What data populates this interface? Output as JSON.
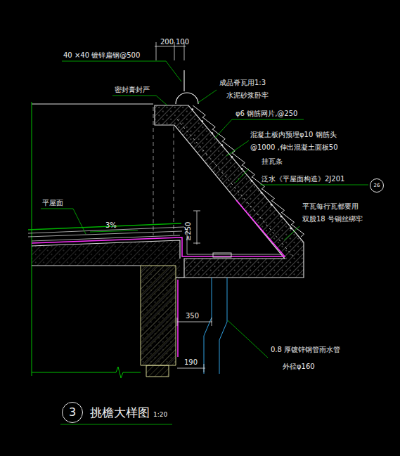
{
  "diagram": {
    "title": "挑檐大样图",
    "nodes": [
      {
        "text": [
          "3"
        ]
      },
      {
        "text": [
          "26"
        ]
      }
    ],
    "labels": [
      "200",
      "100",
      "40 ×40  镀锌扁钢@500",
      "密封膏封严",
      "成品脊瓦用1:3",
      "水泥砂浆卧牢",
      "φ6 钢筋网片,@250",
      "混凝土板内预埋φ10 钢筋头",
      "@1000 ,伸出混凝土面板50",
      "挂瓦条",
      "泛水《平屋面构造》2J201",
      "平瓦每行瓦都要用",
      "双股18 号铜丝绑牢",
      "平屋面",
      "3%",
      "≥250",
      "350",
      "190",
      "0.8 厚镀锌钢管雨水管",
      "外径φ160",
      "1:20"
    ]
  }
}
